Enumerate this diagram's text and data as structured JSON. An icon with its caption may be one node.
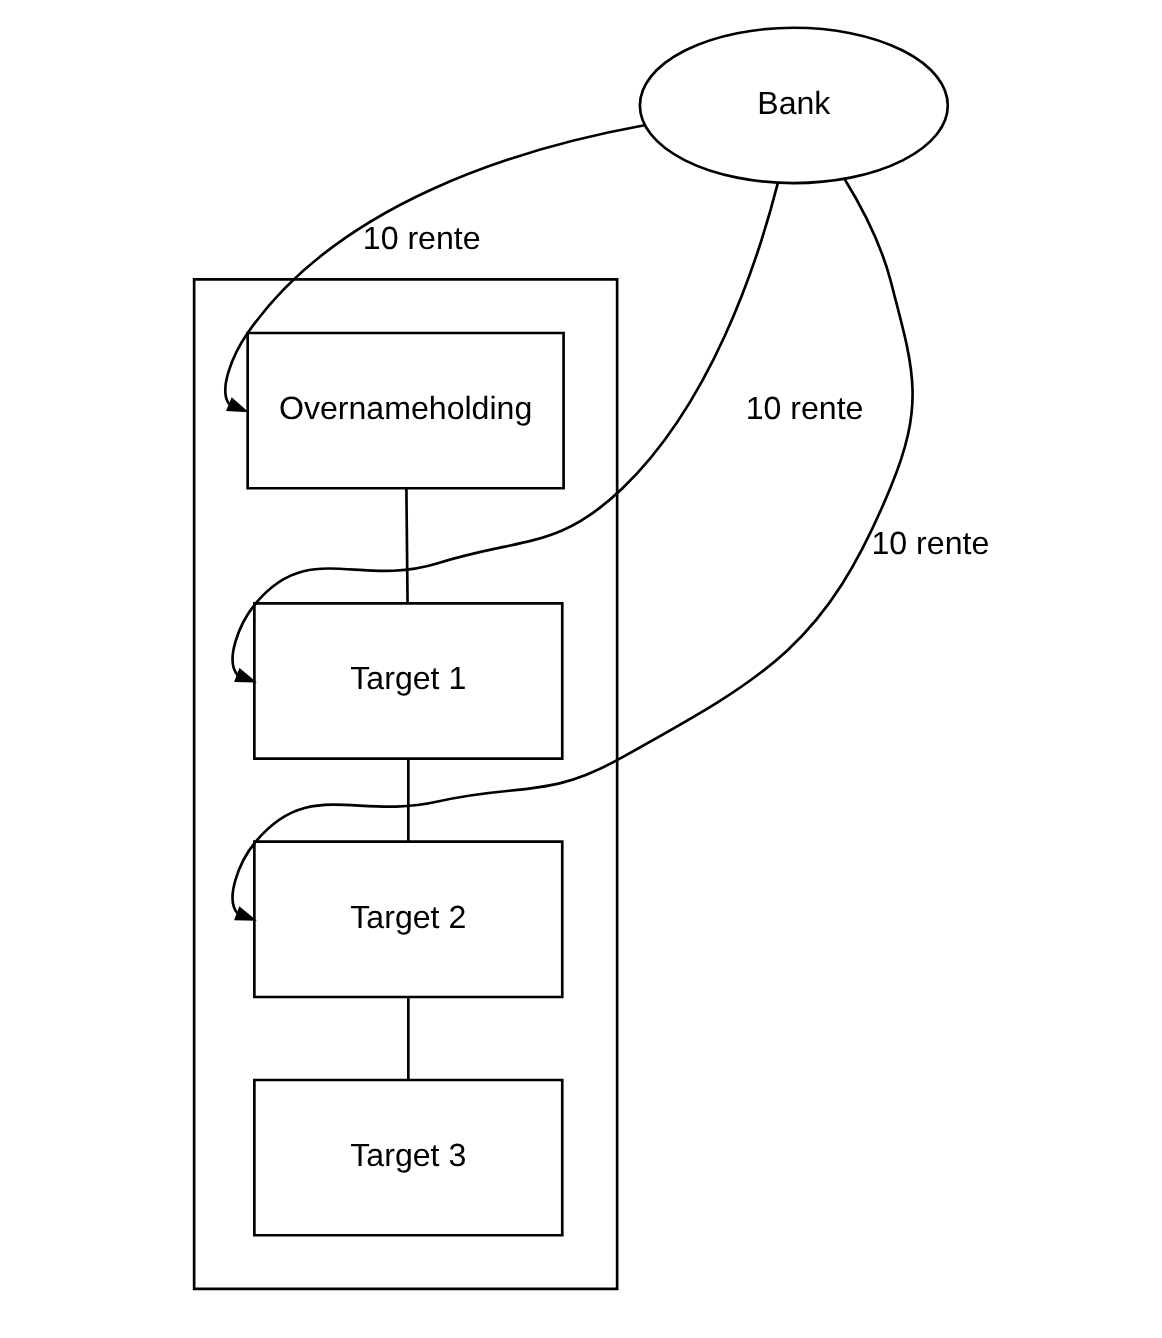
{
  "diagram": {
    "nodes": [
      {
        "text": [
          "Bank"
        ]
      },
      {
        "text": [],
        "shape": "box"
      },
      {
        "text": [
          "Overnameholding"
        ],
        "in": 1
      },
      {
        "text": [
          "Target 1"
        ],
        "in": 1
      },
      {
        "text": [
          "Target 2"
        ],
        "in": 1
      },
      {
        "text": [
          "Target 3"
        ],
        "in": 1
      }
    ],
    "edges": [
      {
        "from": 0,
        "to": 2,
        "arrow": "to",
        "label": "10 rente"
      },
      {
        "from": 0,
        "to": 3,
        "arrow": "to",
        "label": "10 rente"
      },
      {
        "from": 0,
        "to": 4,
        "arrow": "to",
        "label": "10 rente"
      },
      {
        "from": 2,
        "to": 3,
        "arrow": "none"
      },
      {
        "from": 3,
        "to": 4,
        "arrow": "none"
      },
      {
        "from": 4,
        "to": 5,
        "arrow": "none"
      }
    ]
  }
}
